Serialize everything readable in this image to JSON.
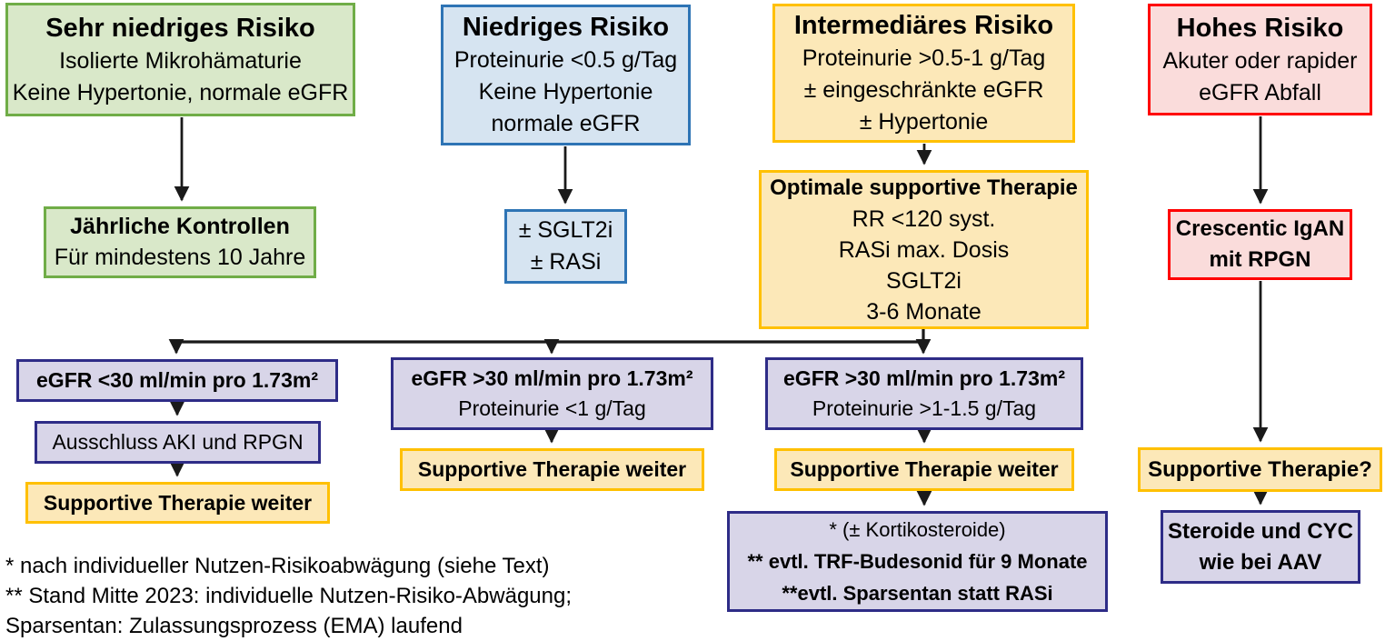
{
  "colors": {
    "green_fill": "#D9E8C9",
    "green_border": "#70AD47",
    "blue_fill": "#D6E4F1",
    "blue_border": "#2E74B5",
    "orange_fill": "#FCE8B8",
    "orange_border": "#FFC000",
    "red_fill": "#FADCDB",
    "red_border": "#FF0000",
    "purple_fill": "#D8D5E8",
    "purple_border": "#2E2C87",
    "arrow": "#1A1A1A",
    "text": "#000000"
  },
  "columns": {
    "very_low": {
      "header": {
        "title": "Sehr niedriges Risiko",
        "line1": "Isolierte Mikrohämaturie",
        "line2": "Keine Hypertonie, normale eGFR"
      },
      "followup": {
        "line1": "Jährliche Kontrollen",
        "line2": "Für mindestens 10 Jahre"
      }
    },
    "low": {
      "header": {
        "title": "Niedriges Risiko",
        "line1": "Proteinurie <0.5 g/Tag",
        "line2": "Keine Hypertonie",
        "line3": "normale eGFR"
      },
      "therapy": {
        "line1": "± SGLT2i",
        "line2": "± RASi"
      }
    },
    "intermediate": {
      "header": {
        "title": "Intermediäres Risiko",
        "line1": "Proteinurie >0.5-1 g/Tag",
        "line2": "± eingeschränkte eGFR",
        "line3": "± Hypertonie"
      },
      "supportive": {
        "title": "Optimale supportive Therapie",
        "line1": "RR <120 syst.",
        "line2": "RASi max. Dosis",
        "line3": "SGLT2i",
        "line4": "3-6 Monate"
      }
    },
    "high": {
      "header": {
        "title": "Hohes Risiko",
        "line1": "Akuter oder rapider",
        "line2": "eGFR Abfall"
      },
      "crescentic": {
        "line1": "Crescentic IgAN",
        "line2": "mit RPGN"
      },
      "supportive": {
        "line1": "Supportive Therapie?"
      },
      "treatment": {
        "line1": "Steroide und CYC",
        "line2": "wie bei AAV"
      }
    }
  },
  "branches": {
    "egfr_low": {
      "criteria": {
        "line1": "eGFR <30 ml/min pro 1.73m²"
      },
      "exclusion": {
        "line1": "Ausschluss AKI und RPGN"
      },
      "action": {
        "line1": "Supportive Therapie weiter"
      }
    },
    "egfr_high_low_prot": {
      "criteria": {
        "line1": "eGFR >30 ml/min pro 1.73m²",
        "line2": "Proteinurie <1 g/Tag"
      },
      "action": {
        "line1": "Supportive Therapie weiter"
      }
    },
    "egfr_high_high_prot": {
      "criteria": {
        "line1": "eGFR >30 ml/min pro 1.73m²",
        "line2": "Proteinurie >1-1.5 g/Tag"
      },
      "action": {
        "line1": "Supportive Therapie weiter"
      },
      "escalation": {
        "line1": "* (± Kortikosteroide)",
        "line2": "** evtl. TRF-Budesonid für 9 Monate",
        "line3": "**evtl. Sparsentan statt RASi"
      }
    }
  },
  "footnotes": {
    "line1": "* nach individueller Nutzen-Risikoabwägung (siehe Text)",
    "line2": "** Stand Mitte 2023: individuelle Nutzen-Risiko-Abwägung;",
    "line3": "Sparsentan: Zulassungsprozess (EMA) laufend"
  }
}
